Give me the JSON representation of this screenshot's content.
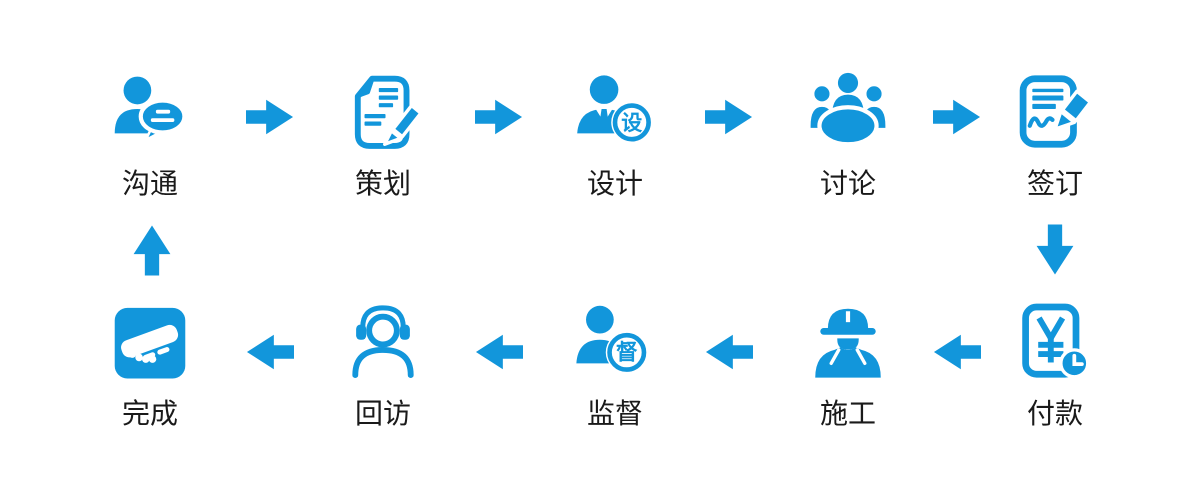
{
  "colors": {
    "accent": "#1296DB",
    "label": "#1a1a1a",
    "background": "#ffffff"
  },
  "diagram": {
    "type": "process-flow-loop",
    "top_row": {
      "direction": "left-to-right",
      "steps": [
        {
          "label": "沟通",
          "icon": "person-chat-icon"
        },
        {
          "label": "策划",
          "icon": "document-pencil-icon"
        },
        {
          "label": "设计",
          "icon": "designer-person-icon",
          "badge_char": "设"
        },
        {
          "label": "讨论",
          "icon": "meeting-group-icon"
        },
        {
          "label": "签订",
          "icon": "contract-signing-icon"
        }
      ]
    },
    "bottom_row": {
      "direction": "right-to-left",
      "steps": [
        {
          "label": "完成",
          "icon": "handshake-icon"
        },
        {
          "label": "回访",
          "icon": "headset-support-icon"
        },
        {
          "label": "监督",
          "icon": "supervisor-person-icon",
          "badge_char": "督"
        },
        {
          "label": "施工",
          "icon": "construction-worker-icon"
        },
        {
          "label": "付款",
          "icon": "payment-yuan-clock-icon"
        }
      ]
    },
    "connectors": [
      {
        "from": "沟通",
        "to": "策划",
        "direction": "right"
      },
      {
        "from": "策划",
        "to": "设计",
        "direction": "right"
      },
      {
        "from": "设计",
        "to": "讨论",
        "direction": "right"
      },
      {
        "from": "讨论",
        "to": "签订",
        "direction": "right"
      },
      {
        "from": "签订",
        "to": "付款",
        "direction": "down"
      },
      {
        "from": "付款",
        "to": "施工",
        "direction": "left"
      },
      {
        "from": "施工",
        "to": "监督",
        "direction": "left"
      },
      {
        "from": "监督",
        "to": "回访",
        "direction": "left"
      },
      {
        "from": "回访",
        "to": "完成",
        "direction": "left"
      },
      {
        "from": "完成",
        "to": "沟通",
        "direction": "up"
      }
    ]
  }
}
